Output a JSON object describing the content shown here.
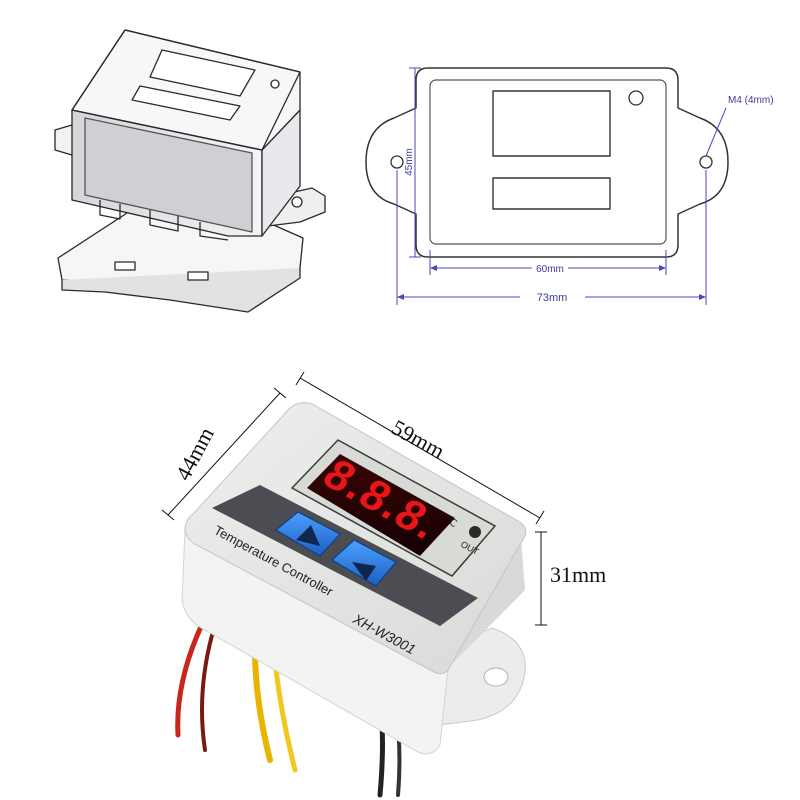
{
  "drawing": {
    "dimensions": {
      "height_inner": "45mm",
      "width_inner": "60mm",
      "width_overall": "73mm",
      "mount_hole": "M4 (4mm)"
    }
  },
  "photo": {
    "dimensions": {
      "width": "59mm",
      "depth": "44mm",
      "height": "31mm"
    },
    "panel": {
      "display_digits": "8.8.8.",
      "unit_label": "℃",
      "out_label": "OUT",
      "product_label": "Temperature Controller",
      "model_label": "XH-W3001"
    }
  },
  "colors": {
    "dimension_blue": "#4a4ab8",
    "led_red": "#e8151b",
    "button_blue": "#1e6fd0"
  }
}
